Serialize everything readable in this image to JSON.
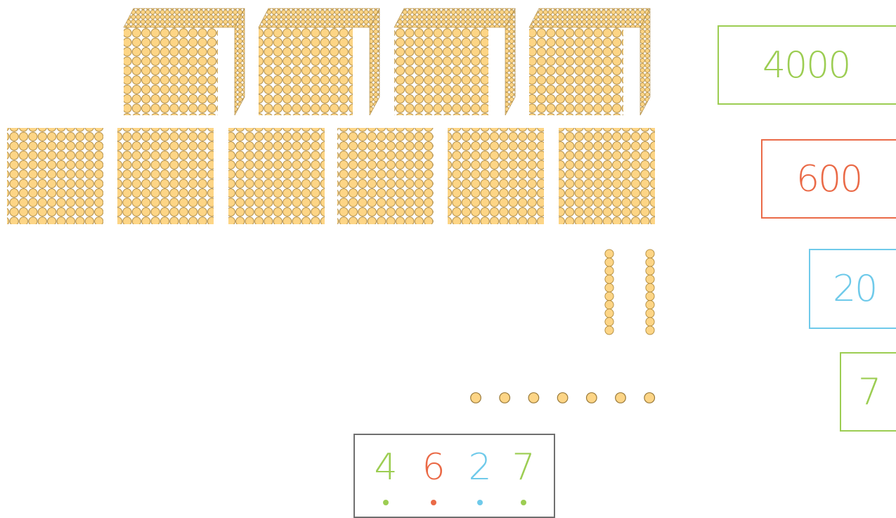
{
  "colors": {
    "thousands": "#9ccd52",
    "hundreds": "#ea6a47",
    "tens": "#6fcaea",
    "ones": "#9ccd52",
    "box_border": "#6f6f6f",
    "bead_fill": "#fdd586"
  },
  "materials": {
    "thousand_cubes": 4,
    "hundred_squares": 6,
    "ten_bars": 2,
    "unit_beads": 7
  },
  "cards": {
    "thousands": "4000",
    "hundreds": "600",
    "tens": "20",
    "ones": "7"
  },
  "answer": {
    "digits": [
      {
        "value": "4",
        "place": "thousands"
      },
      {
        "value": "6",
        "place": "hundreds"
      },
      {
        "value": "2",
        "place": "tens"
      },
      {
        "value": "7",
        "place": "ones"
      }
    ]
  }
}
